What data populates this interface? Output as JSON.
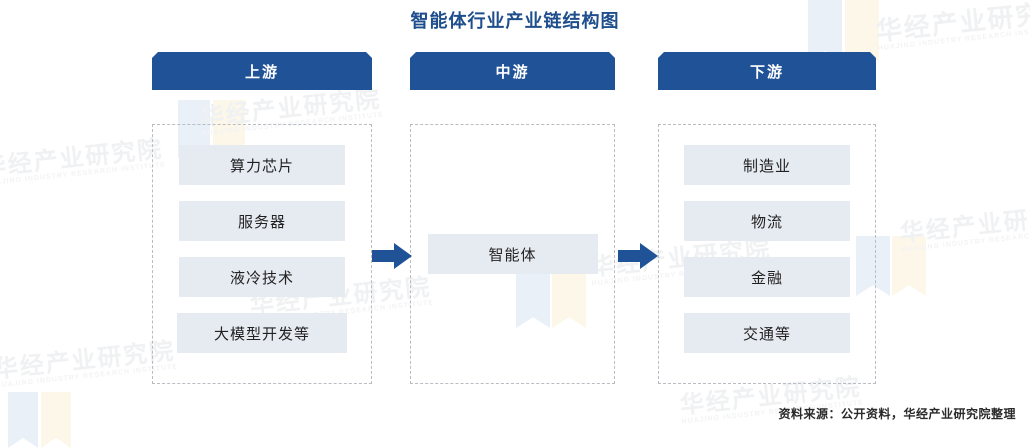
{
  "title": "智能体行业产业链结构图",
  "source_note": "资料来源：公开资料，华经产业研究院整理",
  "colors": {
    "title": "#1f4e8c",
    "header_bar": "#1f5297",
    "node_fill": "#e6eaf1",
    "panel_border": "#b9bcc2",
    "arrow": "#1f5297",
    "watermark": "#f0f1f3"
  },
  "watermark": {
    "cn": "华经产业研究院",
    "en": "HUAJING INDUSTRY RESEARCH INSTITUTE"
  },
  "columns": [
    {
      "key": "upstream",
      "header": "上游",
      "items": [
        {
          "label": "算力芯片"
        },
        {
          "label": "服务器"
        },
        {
          "label": "液冷技术"
        },
        {
          "label": "大模型开发等"
        }
      ]
    },
    {
      "key": "midstream",
      "header": "中游",
      "items": [
        {
          "label": "智能体"
        }
      ]
    },
    {
      "key": "downstream",
      "header": "下游",
      "items": [
        {
          "label": "制造业"
        },
        {
          "label": "物流"
        },
        {
          "label": "金融"
        },
        {
          "label": "交通等"
        }
      ]
    }
  ],
  "arrows": [
    {
      "name": "arrow-upstream-to-midstream",
      "direction": "right"
    },
    {
      "name": "arrow-midstream-to-downstream",
      "direction": "right"
    }
  ]
}
